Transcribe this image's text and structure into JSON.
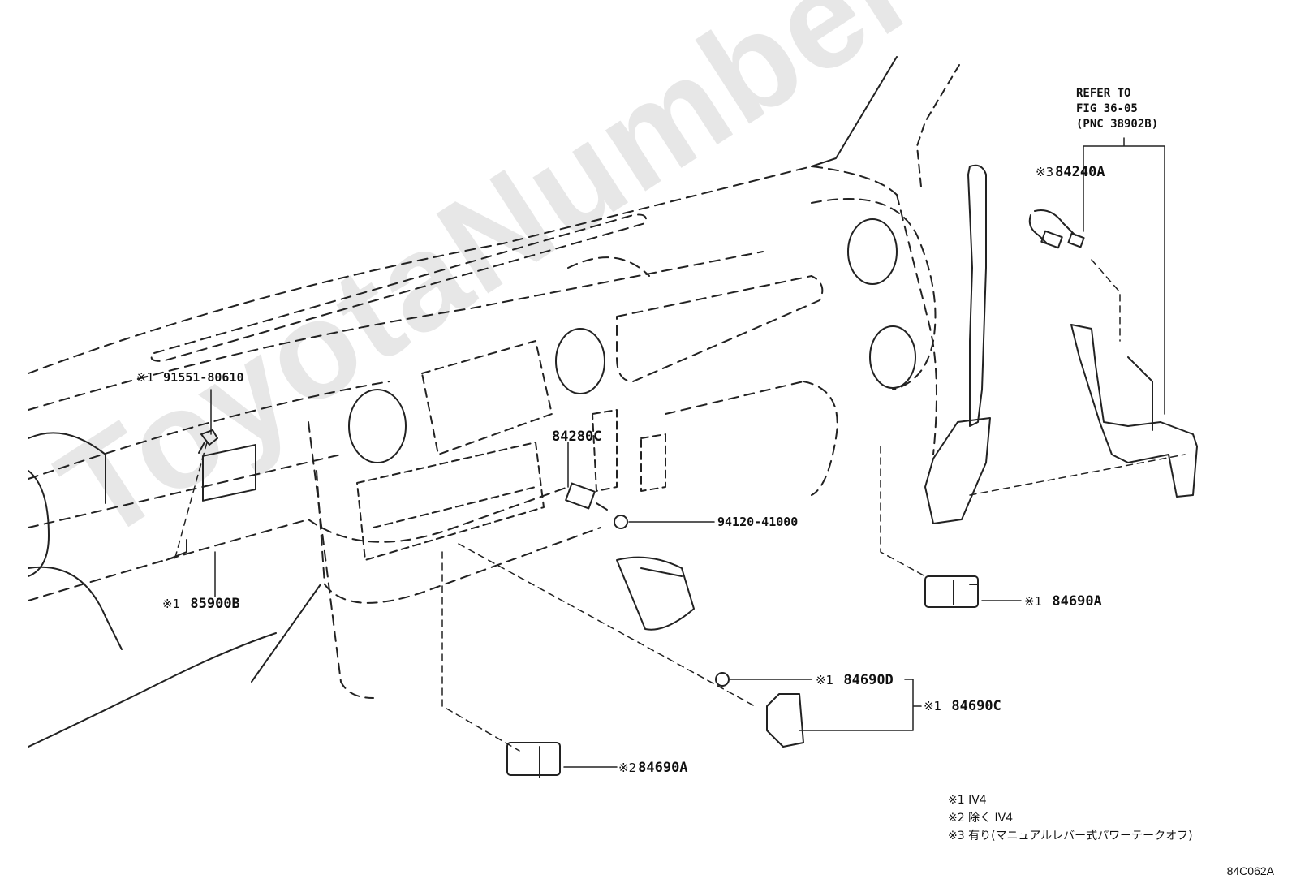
{
  "refer": {
    "line1": "REFER TO",
    "line2": "FIG 36-05",
    "line3": "(PNC 38902B)"
  },
  "parts": [
    {
      "mark": "※3",
      "number": "84240A"
    },
    {
      "mark": "※1",
      "number": "91551-80610"
    },
    {
      "mark": "",
      "number": "84280C"
    },
    {
      "mark": "",
      "number": "94120-41000"
    },
    {
      "mark": "※1",
      "number": "85900B"
    },
    {
      "mark": "※1",
      "number": "84690A"
    },
    {
      "mark": "※1",
      "number": "84690D"
    },
    {
      "mark": "※1",
      "number": "84690C"
    },
    {
      "mark": "※2",
      "number": "84690A"
    }
  ],
  "notes": [
    "※1 IV4",
    "※2 除く IV4",
    "※3 有り(マニュアルレバー式パワーテークオフ)"
  ],
  "diagram_code": "84C062A",
  "watermark": "ToyotaNumbers.ru"
}
